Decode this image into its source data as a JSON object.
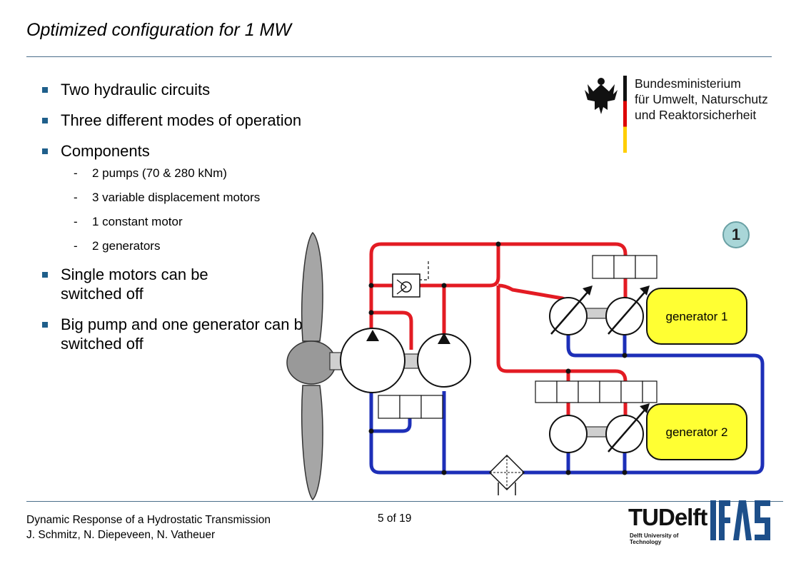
{
  "slide": {
    "title": "Optimized configuration for 1 MW"
  },
  "bullets": [
    {
      "text": "Two hydraulic circuits"
    },
    {
      "text": "Three different modes of operation"
    },
    {
      "text": "Components",
      "sub": [
        "2 pumps (70 & 280 kNm)",
        "3 variable displacement motors",
        "1 constant motor",
        "2 generators"
      ]
    },
    {
      "text": "Single motors can be switched off"
    },
    {
      "text": "Big pump and one generator can be switched off"
    }
  ],
  "ministry_logo": {
    "lines": [
      "Bundesministerium",
      "für Umwelt, Naturschutz",
      "und Reaktorsicherheit"
    ]
  },
  "mode_badge": {
    "value": "1"
  },
  "diagram": {
    "generator_1_label": "generator 1",
    "generator_2_label": "generator 2",
    "colors": {
      "high_pressure": "#e31b23",
      "low_pressure": "#1d2fb8",
      "generator": "#ffff33"
    }
  },
  "footer": {
    "line1": "Dynamic Response of a Hydrostatic Transmission",
    "line2": "J. Schmitz, N. Diepeveen, N. Vatheuer",
    "page": "5 of 19"
  },
  "logos": {
    "tudelft_word": "TUDelft",
    "tudelft_sub": "Delft University of Technology",
    "ifas": "IFAS"
  }
}
